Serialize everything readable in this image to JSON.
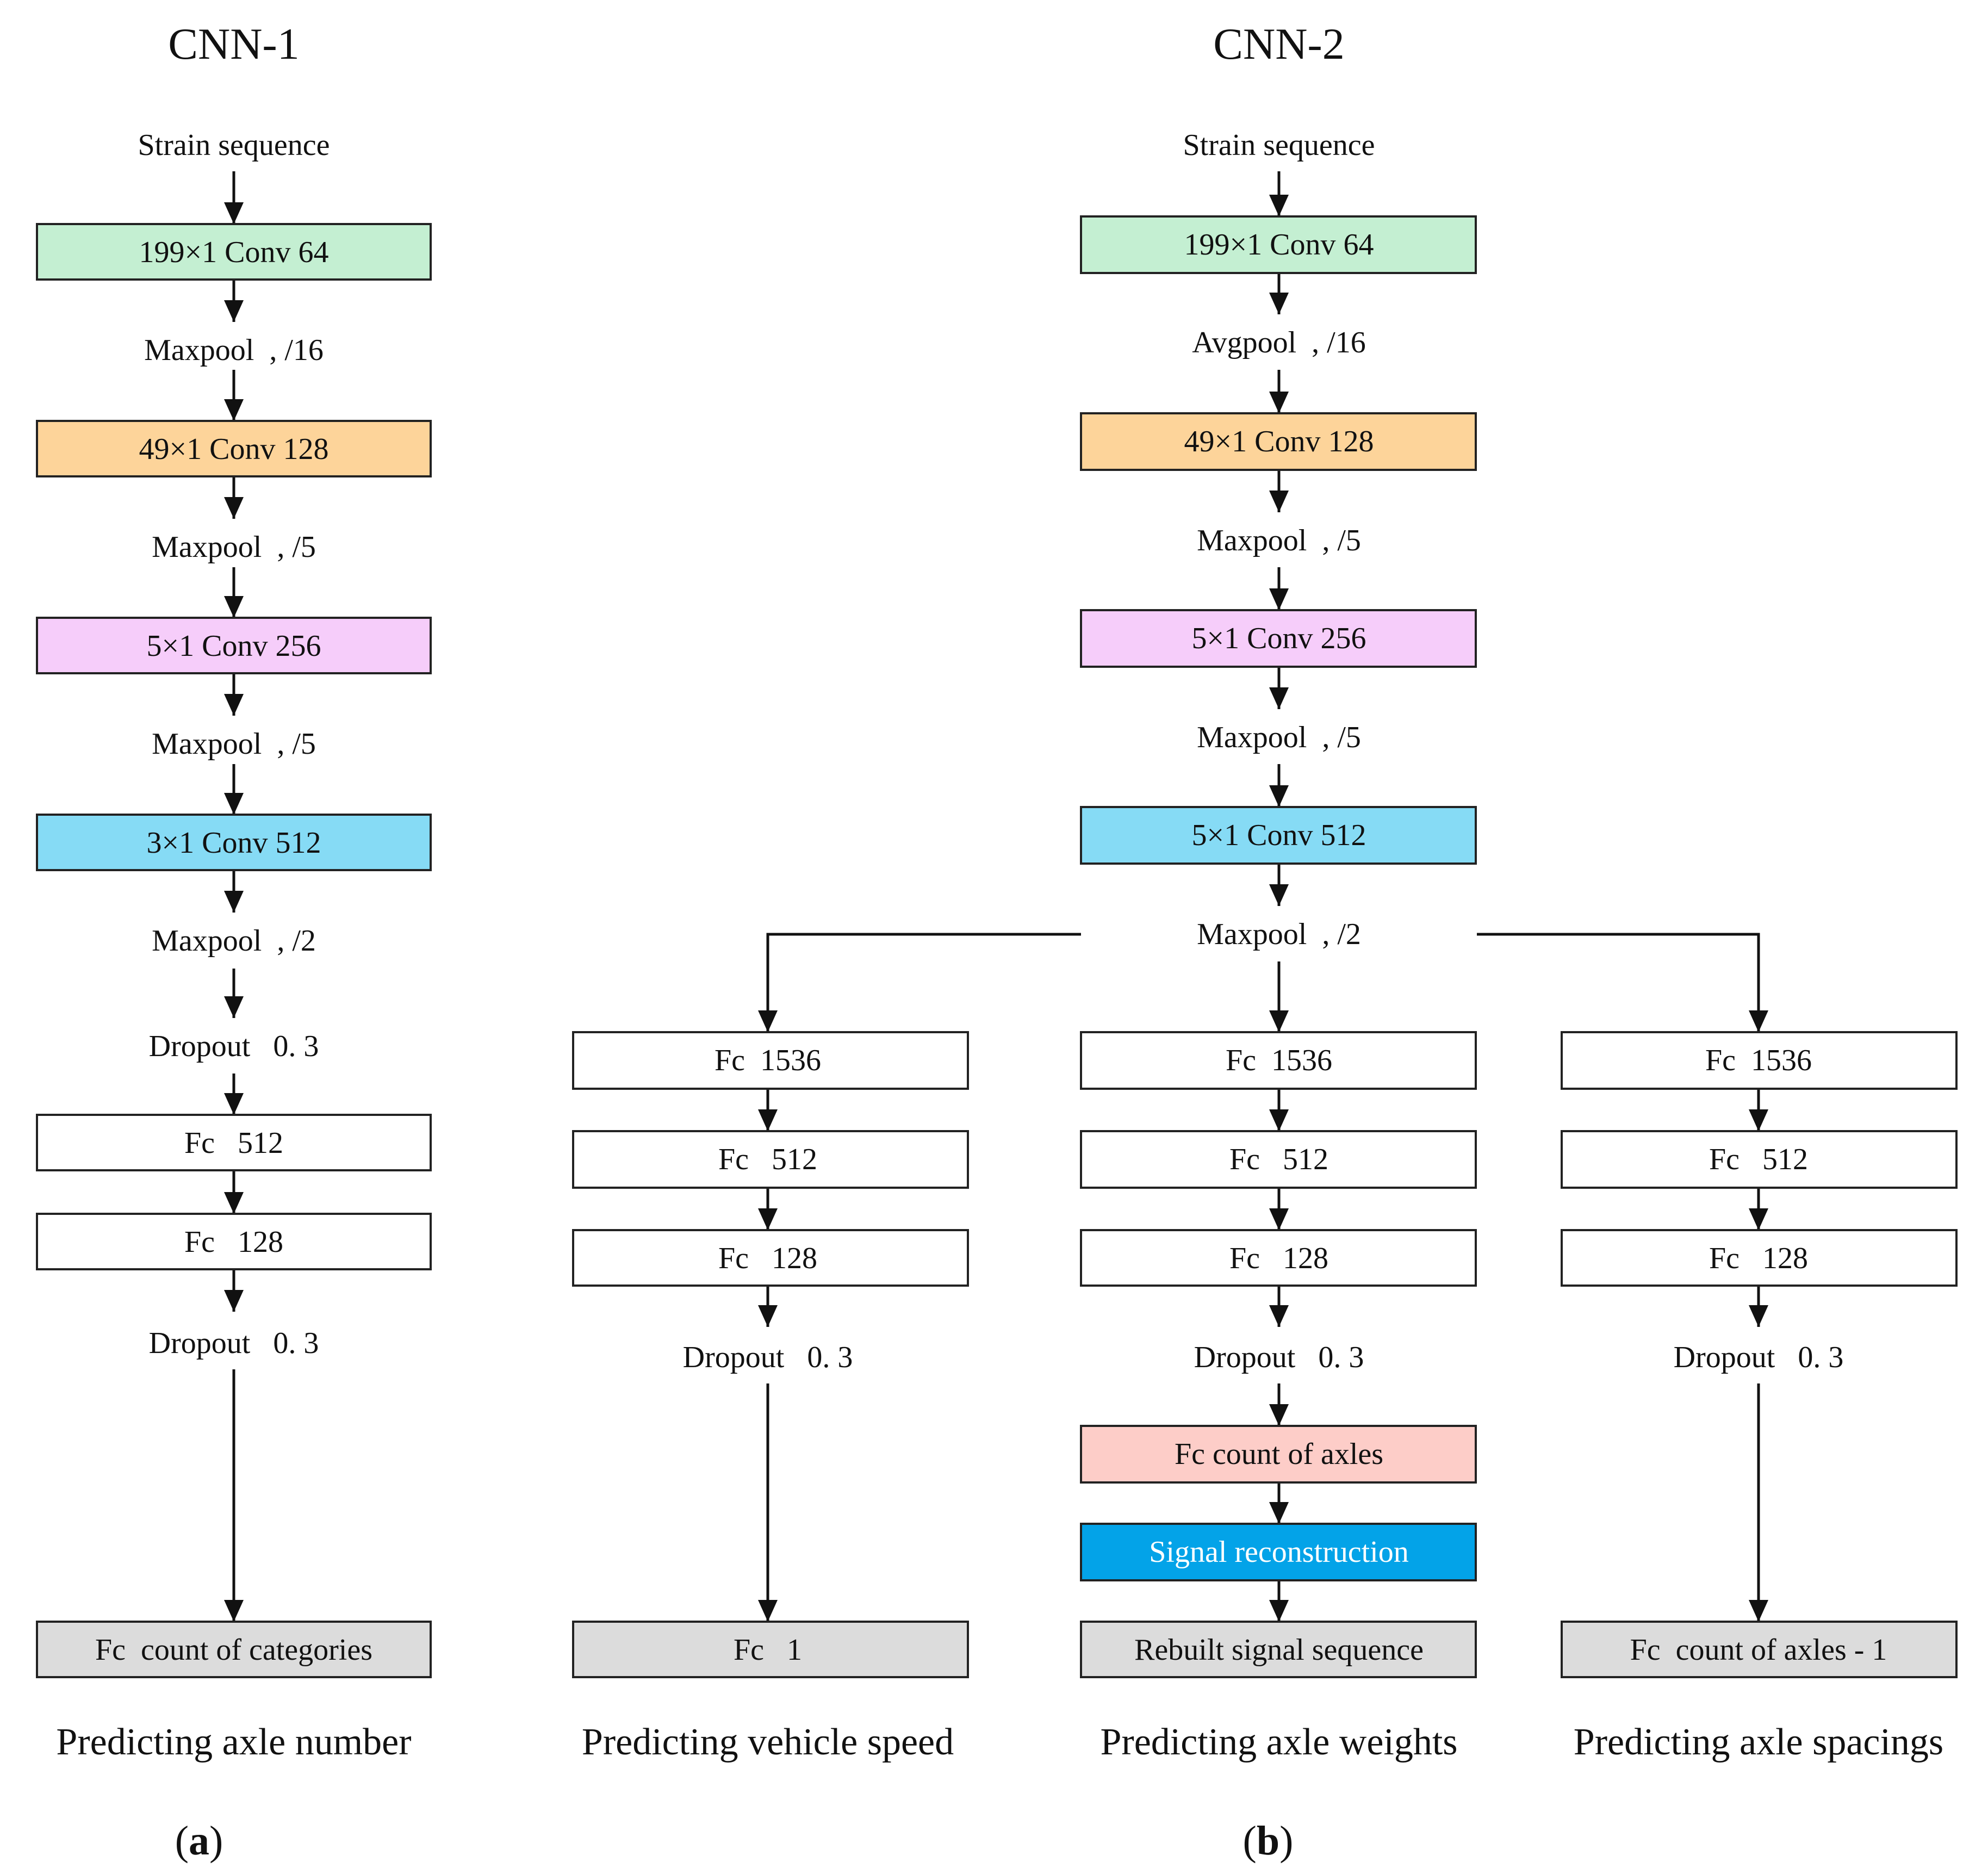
{
  "colors": {
    "green": "#c4efd2",
    "orange": "#fdd49a",
    "pink": "#f6cdfa",
    "sky": "#86dbf5",
    "salmon": "#fdcdc8",
    "blue": "#03a3e8",
    "gray": "#dcdcdc",
    "white": "#ffffff",
    "line": "#111111"
  },
  "titles": {
    "cnn1": "CNN-1",
    "cnn2": "CNN-2"
  },
  "panel_labels": {
    "a": {
      "open": "(",
      "letter": "a",
      "close": ")"
    },
    "b": {
      "open": "(",
      "letter": "b",
      "close": ")"
    }
  },
  "cnn1": {
    "input": "Strain sequence",
    "conv1": "199×1 Conv 64",
    "pool1": "Maxpool  , /16",
    "conv2": "49×1 Conv 128",
    "pool2": "Maxpool  , /5",
    "conv3": "5×1 Conv 256",
    "pool3": "Maxpool  , /5",
    "conv4": "3×1 Conv 512",
    "pool4": "Maxpool  , /2",
    "dropout1": "Dropout   0. 3",
    "fc512": "Fc   512",
    "fc128": "Fc   128",
    "dropout2": "Dropout   0. 3",
    "output": "Fc  count of categories",
    "caption": "Predicting axle number"
  },
  "cnn2": {
    "input": "Strain sequence",
    "conv1": "199×1 Conv 64",
    "pool1": "Avgpool  , /16",
    "conv2": "49×1 Conv 128",
    "pool2": "Maxpool  , /5",
    "conv3": "5×1 Conv 256",
    "pool3": "Maxpool  , /5",
    "conv4": "5×1 Conv 512",
    "pool4": "Maxpool  , /2",
    "speed": {
      "fc1536": "Fc  1536",
      "fc512": "Fc   512",
      "fc128": "Fc   128",
      "dropout": "Dropout   0. 3",
      "output": "Fc   1",
      "caption": "Predicting vehicle speed"
    },
    "weights": {
      "fc1536": "Fc  1536",
      "fc512": "Fc   512",
      "fc128": "Fc   128",
      "dropout": "Dropout   0. 3",
      "fc_axles": "Fc count of axles",
      "signal": "Signal reconstruction",
      "output": "Rebuilt signal sequence",
      "caption": "Predicting axle weights"
    },
    "spacings": {
      "fc1536": "Fc  1536",
      "fc512": "Fc   512",
      "fc128": "Fc   128",
      "dropout": "Dropout   0. 3",
      "output": "Fc  count of axles - 1",
      "caption": "Predicting axle spacings"
    }
  }
}
